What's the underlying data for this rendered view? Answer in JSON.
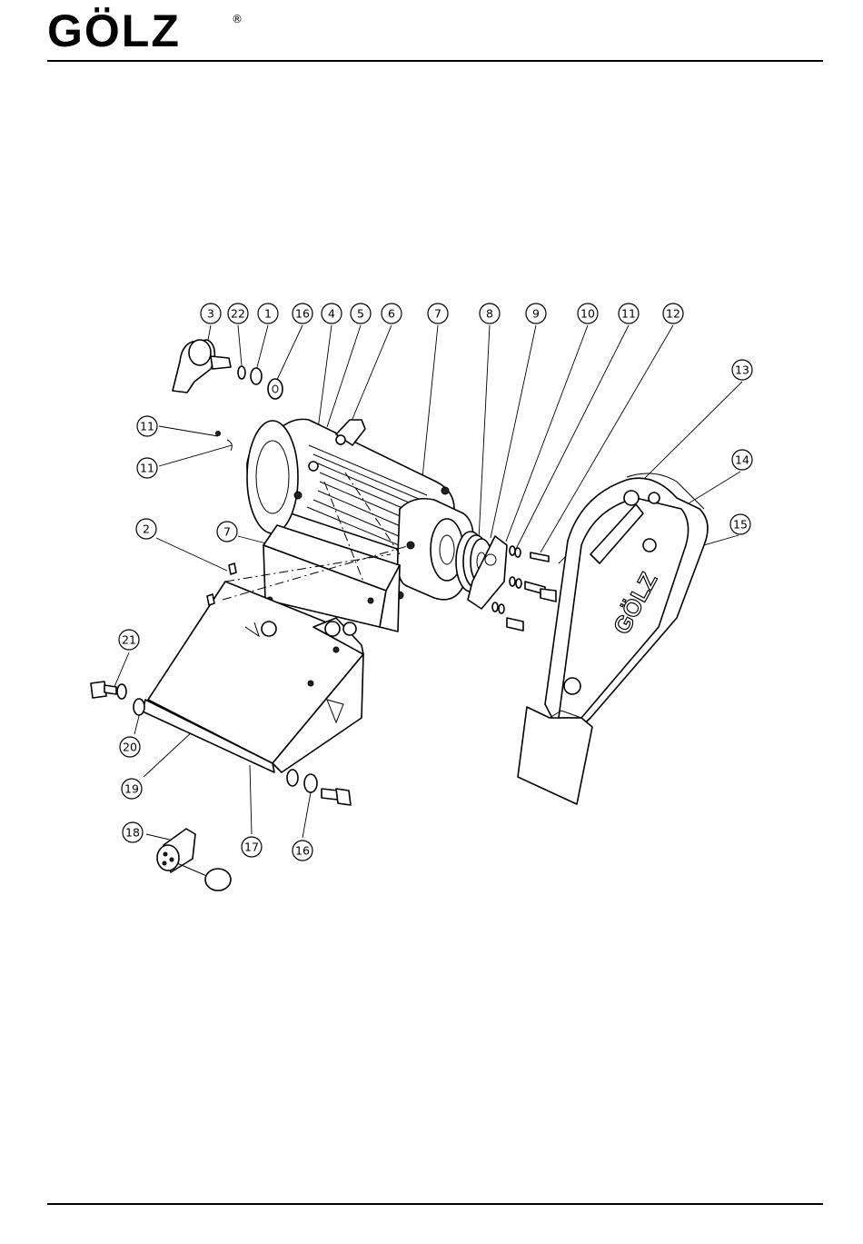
{
  "header": {
    "logo_text": "GÖLZ",
    "logo_mark": "®"
  },
  "drawing": {
    "guard_lettering": "GÖLZ",
    "callouts": [
      "3",
      "22",
      "1",
      "16",
      "4",
      "5",
      "6",
      "7",
      "8",
      "9",
      "10",
      "11",
      "12",
      "13",
      "14",
      "15",
      "11",
      "11",
      "2",
      "7",
      "21",
      "20",
      "19",
      "17",
      "18",
      "16"
    ]
  }
}
